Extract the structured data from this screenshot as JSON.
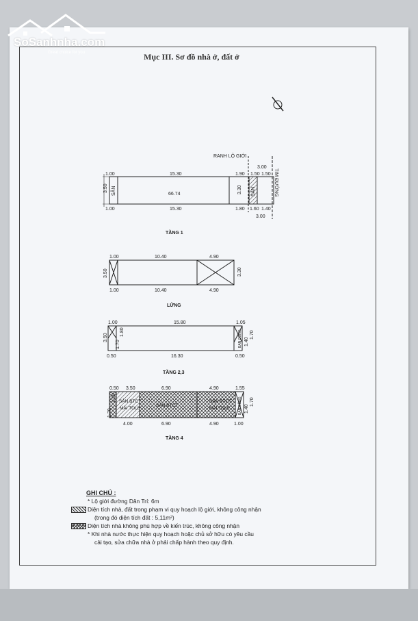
{
  "logo": {
    "brand": "SoSanhnha.com",
    "tagline": "Great choice for you"
  },
  "heading": "Mục III. Sơ đồ nhà ở, đất ở",
  "plan": {
    "road_boundary_label": "RANH LỘ GIỚI",
    "road_center_label": "TIM ĐƯỜNG",
    "top_dims": [
      "3.00",
      "1.50",
      "1.50",
      "1.00",
      "15.30",
      "1.90"
    ],
    "bottom_dims": [
      "1.00",
      "15.30",
      "1.80",
      "1.60",
      "1.40",
      "3.00"
    ],
    "side_dims": [
      "3.50",
      "3.30"
    ],
    "yard_label": "SÂN",
    "area": "66.74",
    "floor1_title": "TẦNG 1",
    "mezz_top": [
      "1.00",
      "10.40",
      "4.90"
    ],
    "mezz_bottom": [
      "1.00",
      "10.40",
      "4.90"
    ],
    "mezz_side": [
      "3.50",
      "3.30"
    ],
    "mezz_title": "LỬNG",
    "f23_top": [
      "1.00",
      "15.80",
      "1.05"
    ],
    "f23_bottom": [
      "0.50",
      "16.30",
      "0.50"
    ],
    "f23_side": [
      "3.50",
      "1.70",
      "1.80",
      "1.70",
      "1.40"
    ],
    "balcony_label": "BAN CÔNG",
    "f23_title": "TẦNG 2,3",
    "f4_top": [
      "0.50",
      "3.50",
      "6.90",
      "4.90",
      "1.55"
    ],
    "f4_bottom": [
      "4.00",
      "6.90",
      "4.90",
      "1.00"
    ],
    "f4_side": [
      "1.80",
      "1.70",
      "1.70",
      "1.40"
    ],
    "f4_labels": [
      "SÂN BTCT",
      "MÁI TOLE",
      "SÂN BTCT",
      "SÂN BTCT",
      "MÁI TOLE",
      "BAN CÔNG"
    ],
    "f4_title": "TẦNG 4"
  },
  "notes": {
    "title": "GHI CHÚ :",
    "items": [
      "* Lộ giới đường Dân Trí: 6m",
      "Diện tích nhà, đất trong phạm vi quy hoạch lộ giới, không công nhận",
      "(trong đó diện tích đất : 5,11m²)",
      "Diện tích nhà không phù hợp về kiến trúc, không công nhận",
      "* Khi nhà nước thực hiện quy hoạch hoặc chủ sở hữu có yêu cầu",
      "cải tạo, sửa chữa nhà ở phải chấp hành theo quy định."
    ]
  }
}
